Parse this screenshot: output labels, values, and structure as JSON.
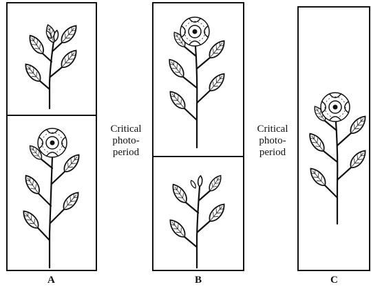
{
  "panels": [
    {
      "label": "A",
      "has_flower": true
    },
    {
      "label": "B",
      "has_flower": true
    },
    {
      "label": "C",
      "has_flower": true
    }
  ],
  "critical_label": {
    "line1": "Critical",
    "line2": "photo-",
    "line3": "period"
  }
}
